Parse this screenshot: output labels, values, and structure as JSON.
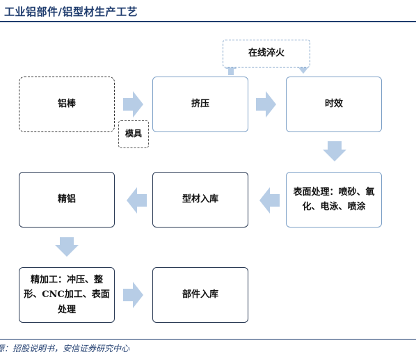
{
  "header": {
    "title": "工业铝部件/铝型材生产工艺"
  },
  "footer": {
    "source": "源：招股说明书，安信证券研究中心"
  },
  "nodes": {
    "aluminum_rod": "铝棒",
    "extrusion": "挤压",
    "aging": "时效",
    "online_quench": "在线淬火",
    "mold": "模具",
    "surface_treatment": "表面处理：喷砂、氧化、电泳、喷涂",
    "profile_storage": "型材入库",
    "fine_aluminum": "精铝",
    "finishing": "精加工：冲压、整形、CNC加工、表面处理",
    "parts_storage": "部件入库"
  },
  "colors": {
    "title": "#1f3c6e",
    "arrow_fill": "#b7cde6",
    "box_border_blue": "#7fa2c8",
    "box_border_dark": "#2b3b55"
  }
}
